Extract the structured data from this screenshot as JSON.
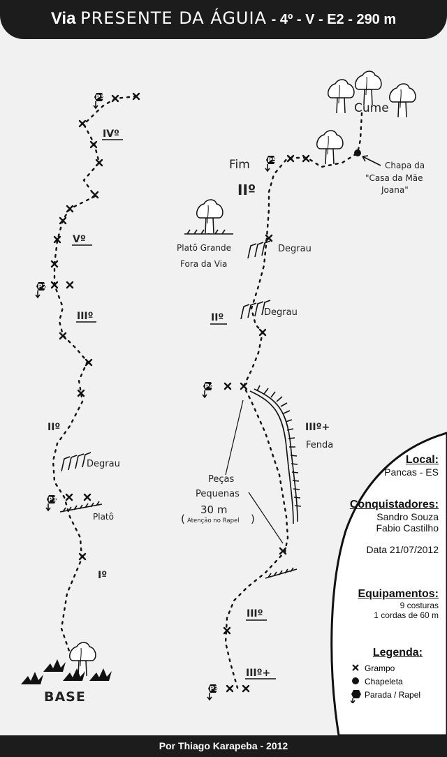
{
  "header": {
    "via": "Via",
    "route": "PRESENTE DA ÁGUIA",
    "grade": "- 4º - V - E2 - 290 m"
  },
  "footer": {
    "credit": "Por  Thiago Karapeba  - 2012"
  },
  "pitch_labels": {
    "P1": "P1",
    "P2": "P2",
    "P3a": "P3",
    "P4": "P4",
    "P5": "P5",
    "P3b": "P3"
  },
  "grades": {
    "iv": "IVº",
    "v": "Vº",
    "iii_a": "IIIº",
    "ii_a": "IIº",
    "i": "Iº",
    "ii_b": "IIº",
    "ii_c": "IIº",
    "iii_plus_a": "IIIº+",
    "iii_b": "IIIº",
    "iii_plus_b": "IIIº+"
  },
  "labels": {
    "base": "BASE",
    "cume": "Cume",
    "fim": "Fim",
    "degrau": "Degrau",
    "plato": "Platô",
    "plato_grande_1": "Platô Grande",
    "plato_grande_2": "Fora da Via",
    "chapa_1": "Chapa da",
    "chapa_2": "\"Casa da Mãe",
    "chapa_3": "Joana\"",
    "fenda": "Fenda",
    "pecas_1": "Peças",
    "pecas_2": "Pequenas",
    "pecas_3": "30 m",
    "pecas_4": "Atenção no Rapel"
  },
  "info": {
    "local_label": "Local:",
    "local_value": "Pancas - ES",
    "conq_label": "Conquistadores:",
    "conq_1": "Sandro Souza",
    "conq_2": "Fabio Castilho",
    "date": "Data 21/07/2012",
    "equip_label": "Equipamentos:",
    "equip_1": "9 costuras",
    "equip_2": "1 cordas de 60 m"
  },
  "legend": {
    "title": "Legenda:",
    "items": [
      {
        "icon": "x-mark-icon",
        "label": "Grampo"
      },
      {
        "icon": "dot-icon",
        "label": "Chapeleta"
      },
      {
        "icon": "belay-station-icon",
        "label": "Parada / Rapel"
      }
    ]
  }
}
